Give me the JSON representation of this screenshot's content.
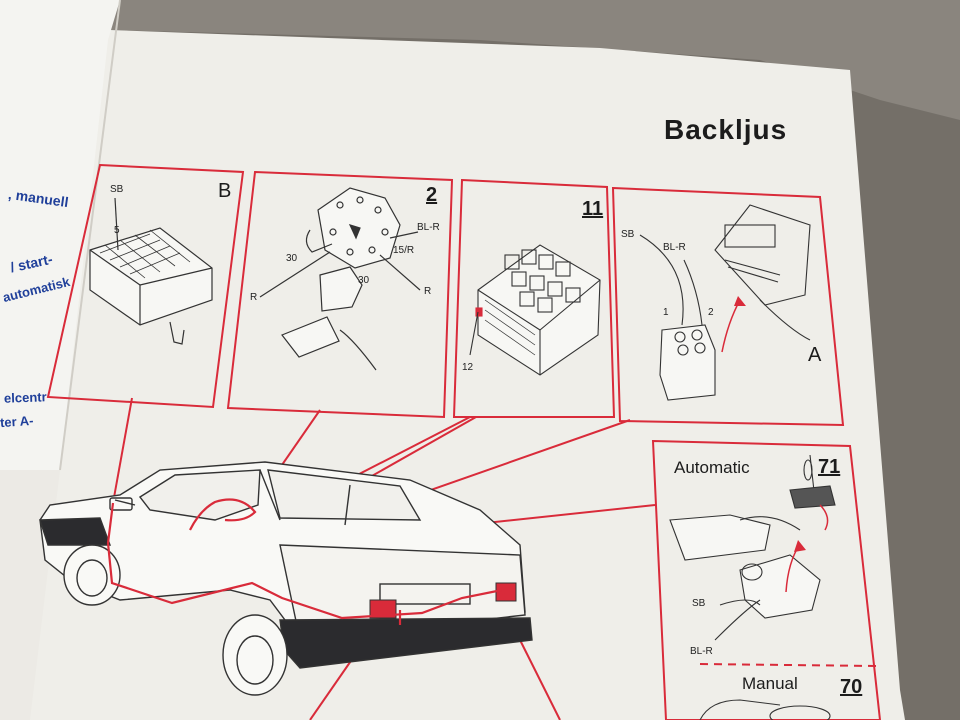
{
  "page": {
    "title": "Backljus"
  },
  "left_page": {
    "lines": [
      ", manuell",
      "/ start-",
      "automatisk",
      "elcentr",
      "ter A-"
    ]
  },
  "panels": {
    "b": {
      "id": "B",
      "labels": {
        "sb": "SB",
        "five": "5"
      }
    },
    "two": {
      "id": "2",
      "labels": {
        "bl_r": "BL-R",
        "thirty_a": "30",
        "fifteen_r": "15/R",
        "thirty_b": "30",
        "r_left": "R",
        "r_right": "R"
      }
    },
    "eleven": {
      "id": "11",
      "labels": {
        "twelve": "12"
      }
    },
    "a": {
      "id": "A",
      "labels": {
        "sb": "SB",
        "bl_r": "BL-R",
        "one": "1",
        "two": "2"
      }
    },
    "automatic": {
      "title": "Automatic",
      "id": "71",
      "labels": {
        "sb": "SB",
        "bl_r": "BL-R"
      }
    },
    "manual": {
      "title": "Manual",
      "id": "70"
    }
  },
  "colors": {
    "red": "#d92b3a",
    "ink": "#1c1c1c",
    "paper": "#efeee9",
    "blue_text": "#1f3f9a"
  }
}
